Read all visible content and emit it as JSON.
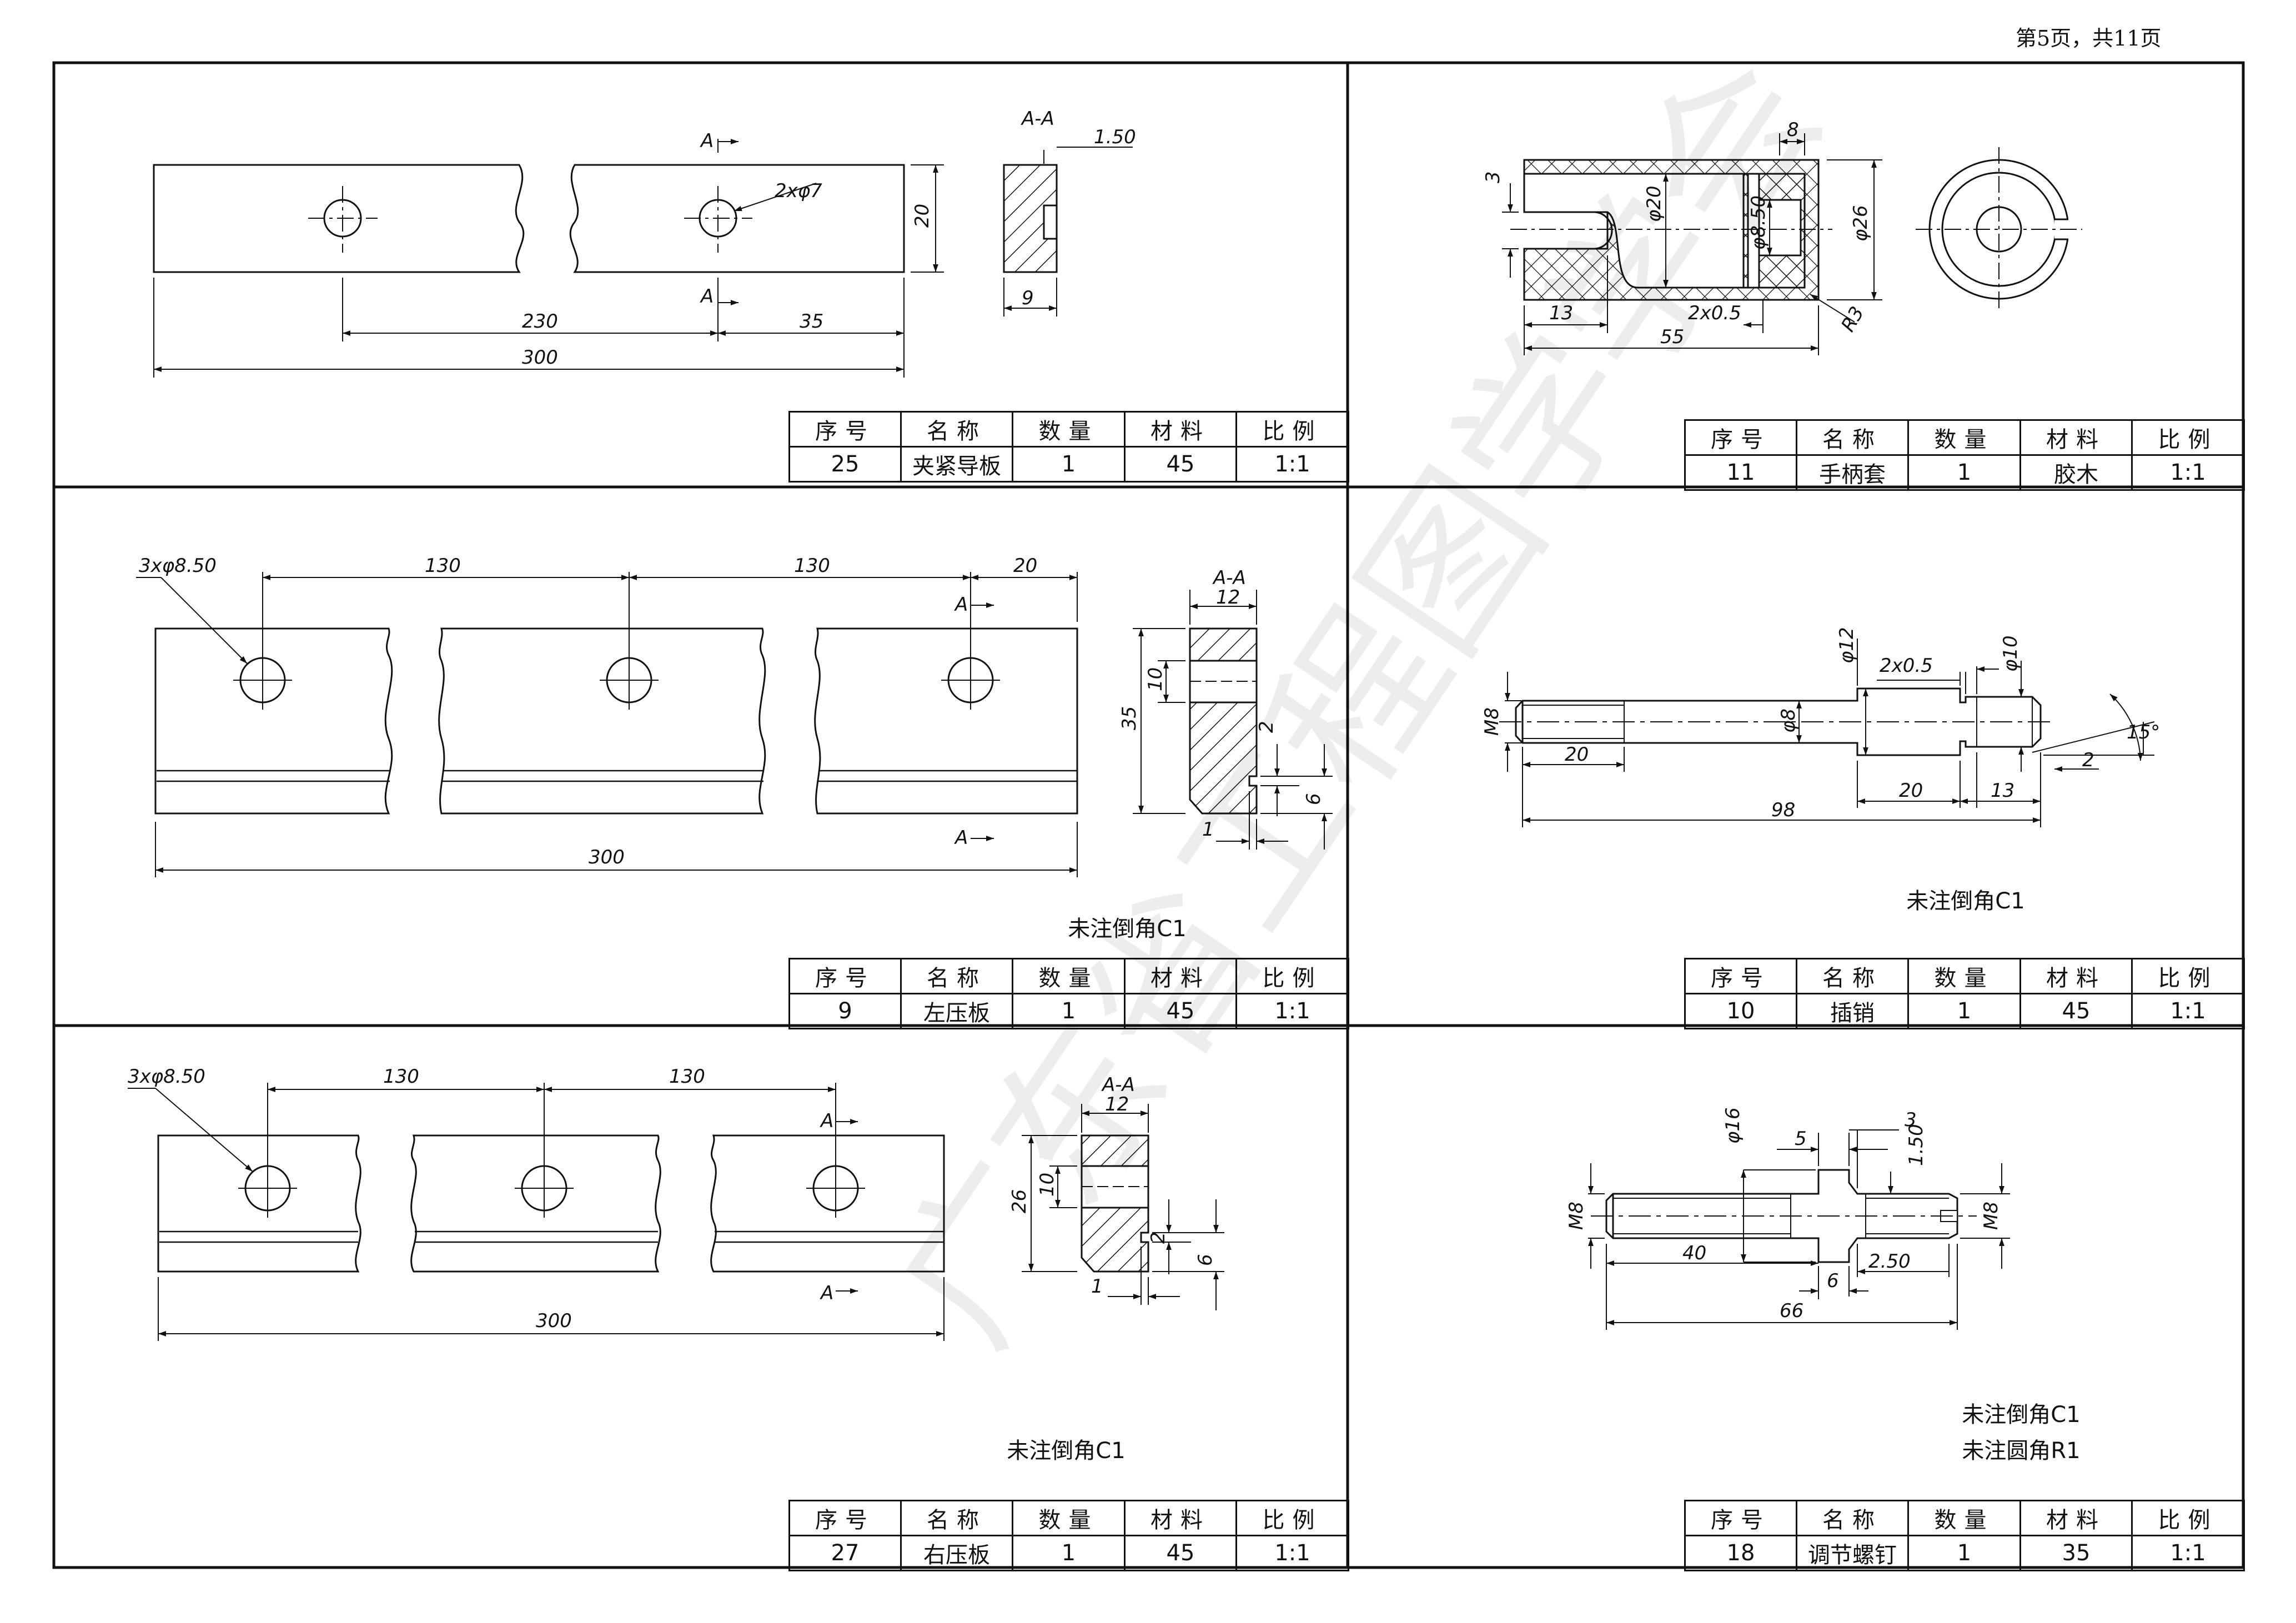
{
  "page_label": "第5页，共11页",
  "watermark": "广东省工程图学学会",
  "title_headers": [
    "序号",
    "名称",
    "数量",
    "材料",
    "比例"
  ],
  "parts": {
    "p25": {
      "row": [
        "25",
        "夹紧导板",
        "1",
        "45",
        "1:1"
      ],
      "dims": {
        "a": "A",
        "sec": "A-A",
        "d150": "1.50",
        "holes": "2xφ7",
        "d20": "20",
        "d9": "9",
        "d230": "230",
        "d35": "35",
        "d300": "300"
      }
    },
    "p11": {
      "row": [
        "11",
        "手柄套",
        "1",
        "胶木",
        "1:1"
      ],
      "dims": {
        "d8": "8",
        "d3": "3",
        "d20": "φ20",
        "d850": "φ8.50",
        "d26": "φ26",
        "r3": "R3",
        "d13": "13",
        "c": "2x0.5",
        "d55": "55"
      }
    },
    "p9": {
      "row": [
        "9",
        "左压板",
        "1",
        "45",
        "1:1"
      ],
      "dims": {
        "holes": "3xφ8.50",
        "d130": "130",
        "d20": "20",
        "a": "A",
        "sec": "A-A",
        "d12": "12",
        "d10": "10",
        "d35": "35",
        "d2": "2",
        "d6": "6",
        "d1": "1",
        "d300": "300"
      },
      "note": "未注倒角C1"
    },
    "p10": {
      "row": [
        "10",
        "插销",
        "1",
        "45",
        "1:1"
      ],
      "dims": {
        "m8": "M8",
        "d12": "φ12",
        "c": "2x0.5",
        "d10": "φ10",
        "d8": "φ8",
        "ang": "15°",
        "d2": "2",
        "d20": "20",
        "d13": "13",
        "d98": "98"
      },
      "note": "未注倒角C1"
    },
    "p27": {
      "row": [
        "27",
        "右压板",
        "1",
        "45",
        "1:1"
      ],
      "dims": {
        "holes": "3xφ8.50",
        "d130": "130",
        "a": "A",
        "sec": "A-A",
        "d12": "12",
        "d10": "10",
        "d26": "26",
        "d2": "2",
        "d6": "6",
        "d1": "1",
        "d300": "300"
      },
      "note": "未注倒角C1"
    },
    "p18": {
      "row": [
        "18",
        "调节螺钉",
        "1",
        "35",
        "1:1"
      ],
      "dims": {
        "d16": "φ16",
        "d5": "5",
        "d3": "3",
        "d150": "1.50",
        "m8": "M8",
        "d40": "40",
        "d6": "6",
        "d250": "2.50",
        "d66": "66"
      },
      "note1": "未注倒角C1",
      "note2": "未注圆角R1"
    }
  }
}
